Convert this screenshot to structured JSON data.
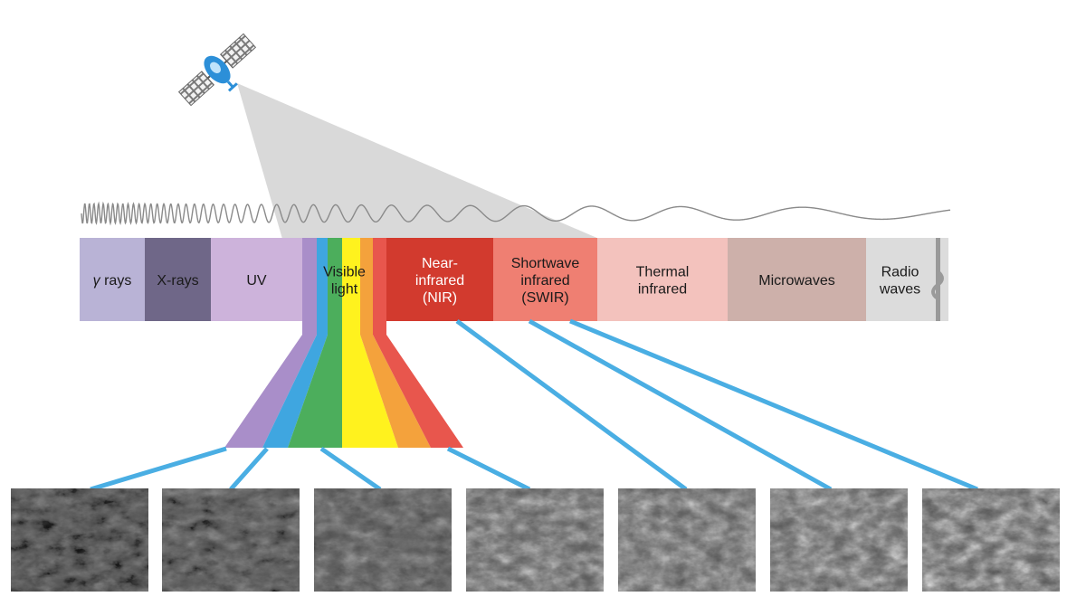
{
  "bands": [
    {
      "lines": [
        "γ rays"
      ],
      "color": "#b9b3d6"
    },
    {
      "lines": [
        "X-rays"
      ],
      "color": "#6f6788"
    },
    {
      "lines": [
        "UV"
      ],
      "color": "#cdb3db"
    },
    {
      "lines": [
        "Visible",
        "light"
      ],
      "color": "#ffffff"
    },
    {
      "lines": [
        "Near-",
        "infrared",
        "(NIR)"
      ],
      "color": "#d23a2e"
    },
    {
      "lines": [
        "Shortwave",
        "infrared",
        "(SWIR)"
      ],
      "color": "#ef7f72"
    },
    {
      "lines": [
        "Thermal",
        "infrared"
      ],
      "color": "#f3c2bd"
    },
    {
      "lines": [
        "Microwaves"
      ],
      "color": "#cdb0aa"
    },
    {
      "lines": [
        "Radio",
        "waves"
      ],
      "color": "#dcdcdc"
    }
  ],
  "visible_colors": [
    "#a98ec9",
    "#3fa6e0",
    "#4cae5c",
    "#fff21e",
    "#f4a23c",
    "#e8564d"
  ],
  "colors": {
    "beam": "#d9d9d9",
    "connector": "#4aaee3",
    "wave": "#8a8a8a",
    "satellite_body": "#2c8fd8"
  },
  "icons": [
    "satellite-icon",
    "wave-icon",
    "break-icon"
  ],
  "thumbnail_count": 7
}
